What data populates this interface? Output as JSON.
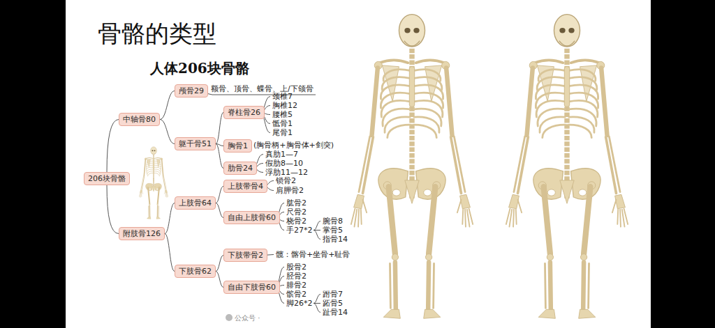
{
  "diagram": {
    "title": "骨骼的类型",
    "nodes": [
      {
        "text": [
          "206块骨骼"
        ]
      },
      {
        "text": [
          "中轴骨80"
        ]
      },
      {
        "text": [
          "颅骨29"
        ]
      },
      {
        "text": [
          "躯干骨51"
        ]
      },
      {
        "text": [
          "脊柱骨26"
        ]
      },
      {
        "text": [
          "胸骨1"
        ]
      },
      {
        "text": [
          "肋骨24"
        ]
      },
      {
        "text": [
          "附肢骨126"
        ]
      },
      {
        "text": [
          "上肢骨64"
        ]
      },
      {
        "text": [
          "上肢带骨4"
        ]
      },
      {
        "text": [
          "自由上肢骨60"
        ]
      },
      {
        "text": [
          "下肢骨62"
        ]
      },
      {
        "text": [
          "下肢带骨2"
        ]
      },
      {
        "text": [
          "自由下肢骨60"
        ]
      }
    ],
    "edges": [
      {
        "from": 0,
        "to": 1,
        "arrow": "none"
      },
      {
        "from": 1,
        "to": 2,
        "arrow": "none"
      },
      {
        "from": 1,
        "to": 3,
        "arrow": "none"
      },
      {
        "from": 3,
        "to": 4,
        "arrow": "none"
      },
      {
        "from": 3,
        "to": 5,
        "arrow": "none"
      },
      {
        "from": 3,
        "to": 6,
        "arrow": "none"
      },
      {
        "from": 0,
        "to": 7,
        "arrow": "none"
      },
      {
        "from": 7,
        "to": 8,
        "arrow": "none"
      },
      {
        "from": 8,
        "to": 9,
        "arrow": "none"
      },
      {
        "from": 8,
        "to": 10,
        "arrow": "none"
      },
      {
        "from": 7,
        "to": 11,
        "arrow": "none"
      },
      {
        "from": 11,
        "to": 12,
        "arrow": "none"
      },
      {
        "from": 11,
        "to": 13,
        "arrow": "none"
      }
    ],
    "labels": [
      "人体206块骨骼",
      "额骨、顶骨、蝶骨、上/下颌骨",
      "颈椎7",
      "胸椎12",
      "腰椎5",
      "骶骨1",
      "尾骨1",
      "(胸骨柄+胸骨体+剑突)",
      "真肋1—7",
      "假肋8—10",
      "浮肋11—12",
      "锁骨2",
      "肩胛骨2",
      "肱骨2",
      "尺骨2",
      "桡骨2",
      "手27*2",
      "腕骨8",
      "掌骨5",
      "指骨14",
      "髋：髂骨+坐骨+耻骨",
      "股骨2",
      "胫骨2",
      "腓骨2",
      "髌骨2",
      "脚26*2",
      "跗骨7",
      "跖骨5",
      "趾骨14",
      "公众号 ·"
    ]
  }
}
